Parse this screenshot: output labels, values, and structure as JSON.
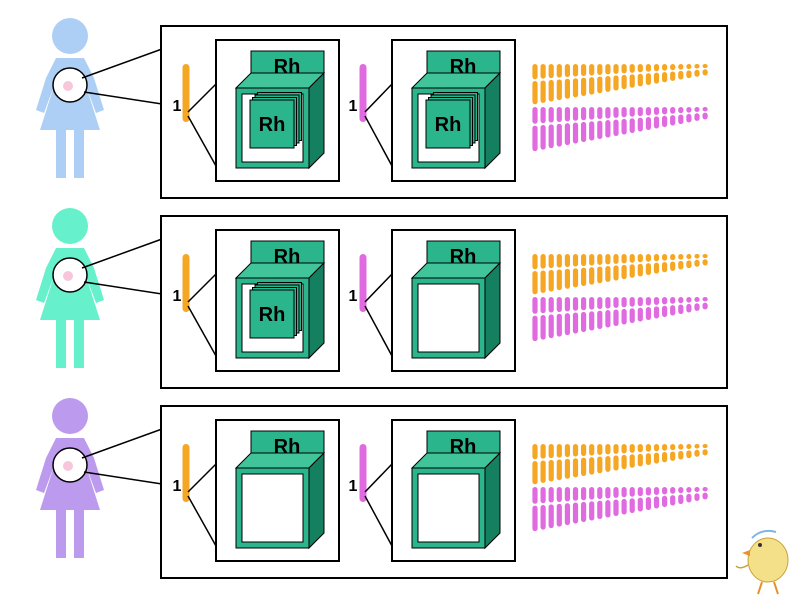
{
  "figure": {
    "box_label": "Rh",
    "chromosome_number": "1"
  },
  "colors": {
    "green_front": "#2BB58C",
    "green_dark": "#14805F",
    "green_top": "#42C49A",
    "orange": "#F5A623",
    "pink": "#E06AE0",
    "woman_row1": "#AECFF5",
    "woman_row2": "#66F0CC",
    "woman_row3": "#BC9AEE"
  },
  "rows": [
    {
      "woman_color_key": "woman_row1",
      "left_chromosome": "orange",
      "right_chromosome": "pink",
      "left_has_protein": true,
      "right_has_protein": true
    },
    {
      "woman_color_key": "woman_row2",
      "left_chromosome": "orange",
      "right_chromosome": "pink",
      "left_has_protein": true,
      "right_has_protein": false
    },
    {
      "woman_color_key": "woman_row3",
      "left_chromosome": "orange",
      "right_chromosome": "pink",
      "left_has_protein": false,
      "right_has_protein": false
    }
  ],
  "decoration": {
    "chick_icon": "chick-icon"
  }
}
